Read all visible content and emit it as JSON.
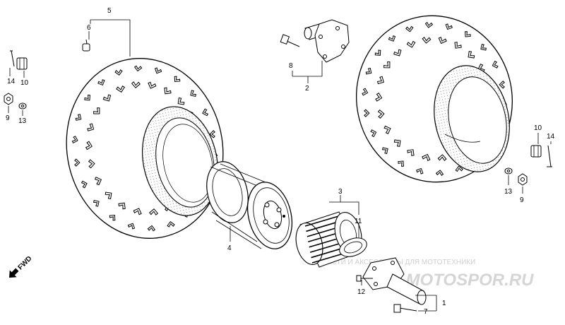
{
  "diagram": {
    "part_labels": {
      "p1": "1",
      "p2": "2",
      "p3": "3",
      "p4": "4",
      "p5": "5",
      "p6": "6",
      "p7": "7",
      "p8": "8",
      "p9_left": "9",
      "p9_right": "9",
      "p10_left": "10",
      "p10_right": "10",
      "p11": "11",
      "p12": "12",
      "p13_left": "13",
      "p13_right": "13",
      "p14_left": "14",
      "p14_right": "14"
    },
    "direction_label": "FWD",
    "icons": {
      "direction": "forward-arrow-icon"
    }
  },
  "watermark": {
    "tagline": "ЗАПЧАСТИ И АКСЕССУАРЫ ДЛЯ МОТОТЕХНИКИ",
    "brand": "MOTOSPOR.RU"
  }
}
